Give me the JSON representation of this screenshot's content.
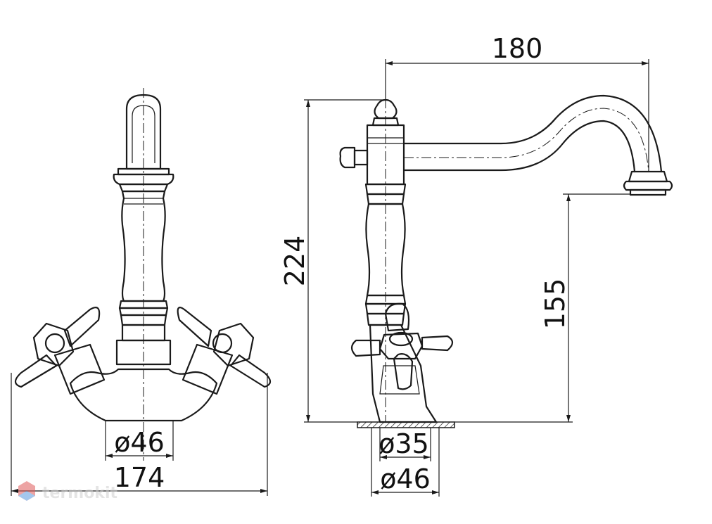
{
  "dimensions": {
    "front_base_diameter": "ø46",
    "front_overall_width": "174",
    "side_reach": "180",
    "side_total_height": "224",
    "side_spout_height": "155",
    "side_inner_base_diameter": "ø35",
    "side_outer_base_diameter": "ø46"
  },
  "watermark": {
    "text": "termokit"
  },
  "colors": {
    "line": "#1a1a1a",
    "watermark_red": "#e05a5a",
    "watermark_blue": "#5a9be0"
  }
}
